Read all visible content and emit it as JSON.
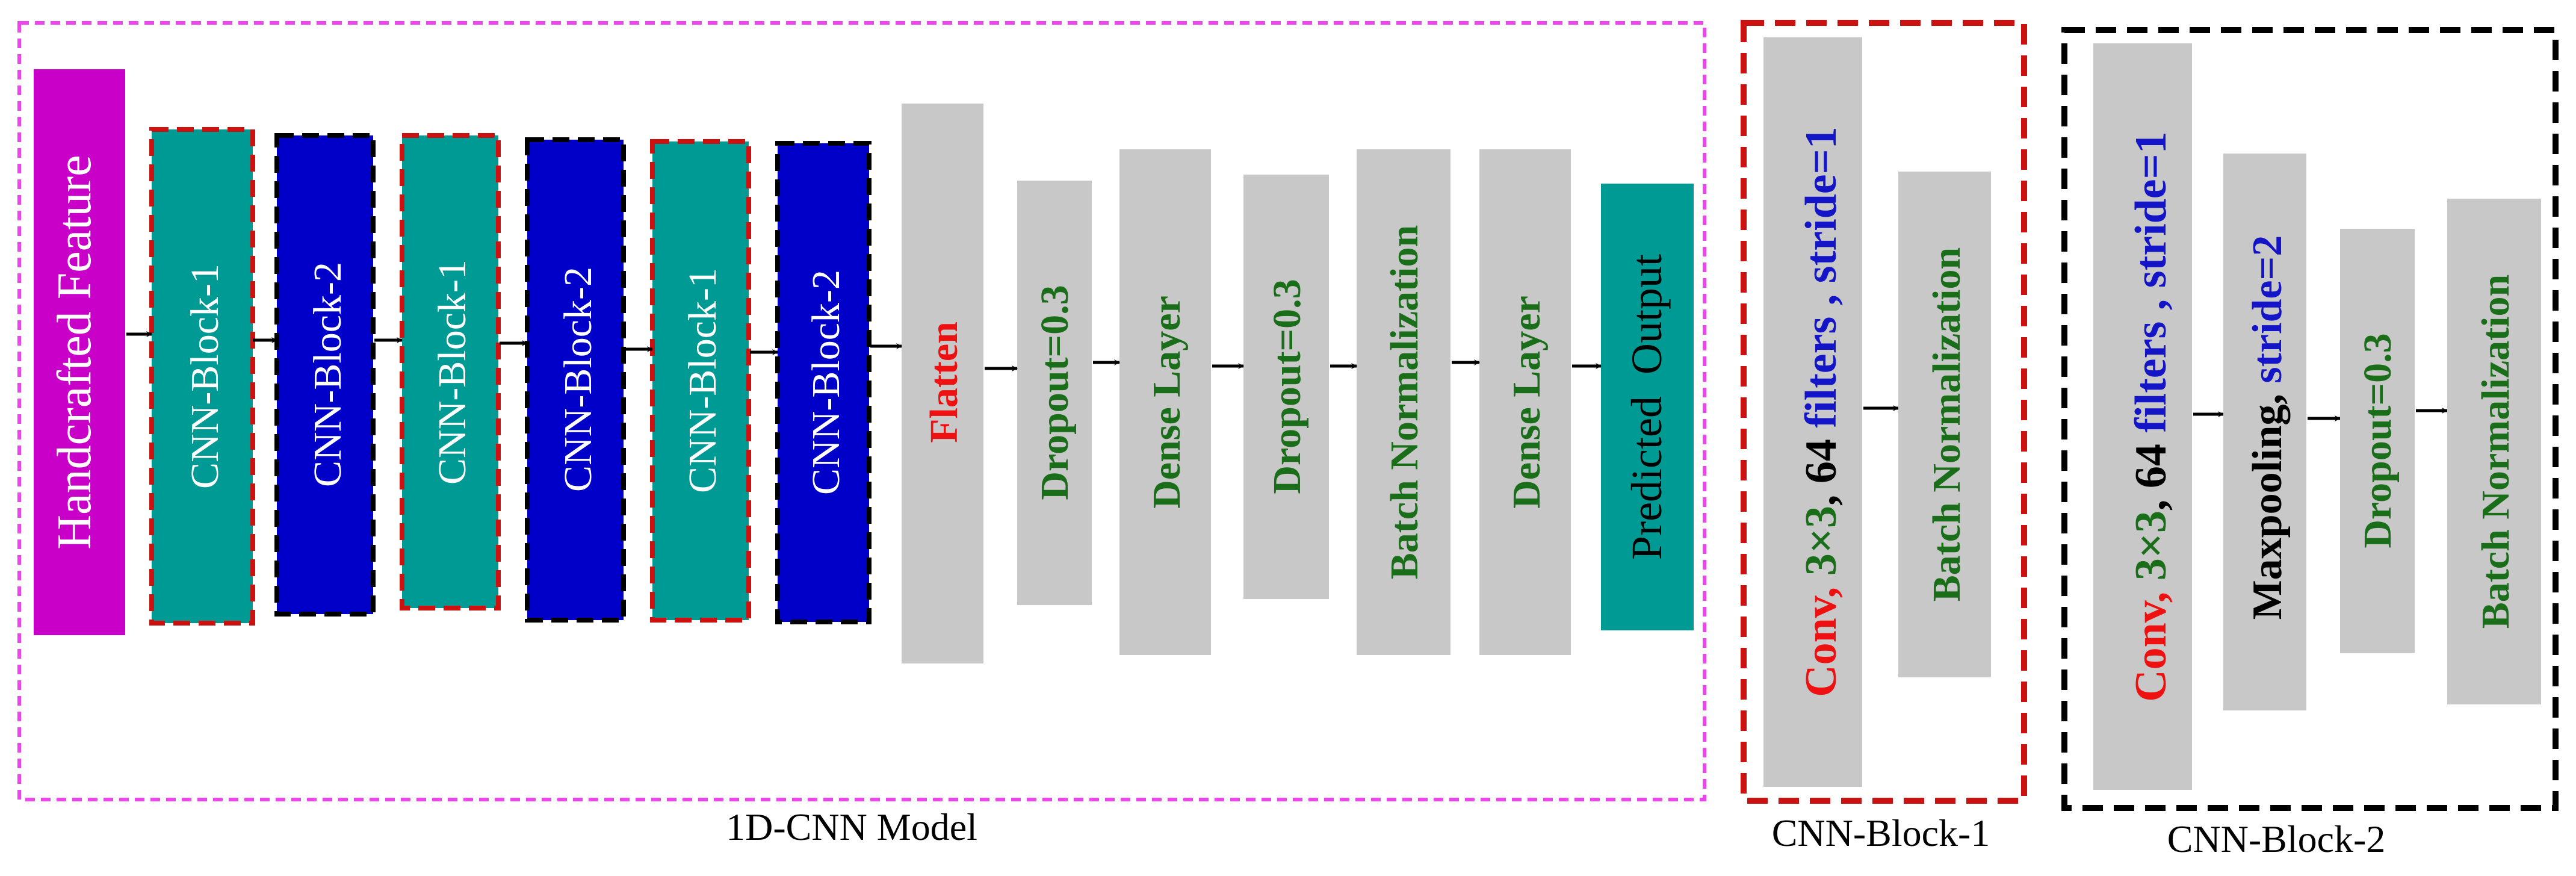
{
  "model": {
    "caption": "1D-CNN Model",
    "handcrafted": "Handcrafted Feature",
    "block1": "CNN-Block-1",
    "block2": "CNN-Block-2",
    "flatten": "Flatten",
    "dropout": "Dropout=0.3",
    "dense": "Dense Layer",
    "batchnorm": "Batch Normalization",
    "predicted": "Predicted  Output"
  },
  "block1_detail": {
    "caption": "CNN-Block-1",
    "conv": {
      "conv": "Conv",
      "kernel": "3×3",
      "count": "64",
      "filters": "filters",
      "stride": "stride=1"
    },
    "batchnorm": "Batch Normalization"
  },
  "block2_detail": {
    "caption": "CNN-Block-2",
    "conv": {
      "conv": "Conv",
      "kernel": "3×3",
      "count": "64",
      "filters": "filters",
      "stride": "stride=1"
    },
    "maxpool": "Maxpooling,",
    "maxpool_stride": "stride=2",
    "dropout": "Dropout=0.3",
    "batchnorm": "Batch Normalization"
  },
  "colors": {
    "magenta": "#c800c8",
    "teal": "#009a94",
    "blue": "#0000c8",
    "gray": "#c8c8c8",
    "red": "#ee1111",
    "green": "#1a6e1a",
    "dashRed": "#cc1111",
    "dashBlack": "#000000",
    "dashPink": "#ee44ee"
  }
}
